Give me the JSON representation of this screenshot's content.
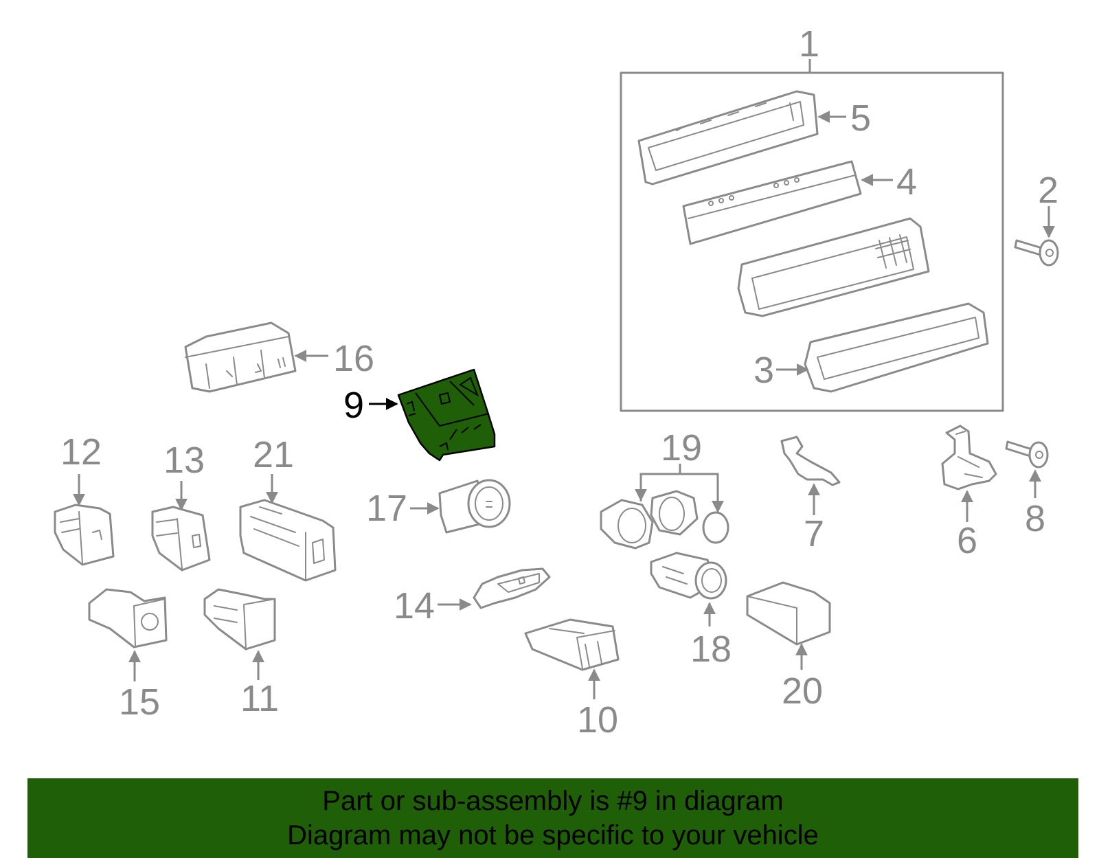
{
  "diagram": {
    "selected_part": "9",
    "highlight_color": "#1f5f07",
    "line_color": "#8a8a8a",
    "callouts": {
      "c1": "1",
      "c2": "2",
      "c3": "3",
      "c4": "4",
      "c5": "5",
      "c6": "6",
      "c7": "7",
      "c8": "8",
      "c9": "9",
      "c10": "10",
      "c11": "11",
      "c12": "12",
      "c13": "13",
      "c14": "14",
      "c15": "15",
      "c16": "16",
      "c17": "17",
      "c18": "18",
      "c19": "19",
      "c20": "20",
      "c21": "21"
    }
  },
  "banner": {
    "line1": "Part or sub-assembly is #9 in diagram",
    "line2": "Diagram may not be specific to your vehicle"
  }
}
